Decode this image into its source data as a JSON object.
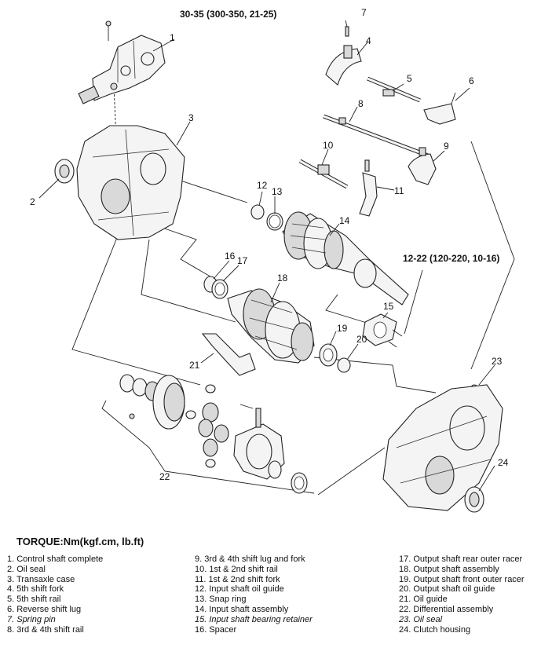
{
  "torque_callouts": {
    "top": "30-35 (300-350, 21-25)",
    "middle": "12-22 (120-220, 10-16)"
  },
  "callout_numbers": [
    "1",
    "2",
    "3",
    "4",
    "5",
    "6",
    "7",
    "8",
    "9",
    "10",
    "11",
    "12",
    "13",
    "14",
    "15",
    "16",
    "17",
    "18",
    "19",
    "20",
    "21",
    "22",
    "23",
    "24"
  ],
  "legend_title": "TORQUE:Nm(kgf.cm, lb.ft)",
  "legend": [
    {
      "text": "1. Control shaft complete",
      "italic": false
    },
    {
      "text": "2. Oil seal",
      "italic": false
    },
    {
      "text": "3. Transaxle case",
      "italic": false
    },
    {
      "text": "4. 5th shift fork",
      "italic": false
    },
    {
      "text": "5. 5th shift rail",
      "italic": false
    },
    {
      "text": "6. Reverse shift lug",
      "italic": false
    },
    {
      "text": "7. Spring pin",
      "italic": true
    },
    {
      "text": "8. 3rd & 4th shift rail",
      "italic": false
    },
    {
      "text": "9. 3rd & 4th shift lug and fork",
      "italic": false
    },
    {
      "text": "10. 1st & 2nd shift rail",
      "italic": false
    },
    {
      "text": "11. 1st & 2nd shift fork",
      "italic": false
    },
    {
      "text": "12. Input shaft oil guide",
      "italic": false
    },
    {
      "text": "13. Snap ring",
      "italic": false
    },
    {
      "text": "14. Input shaft assembly",
      "italic": false
    },
    {
      "text": "15. Input shaft bearing retainer",
      "italic": true
    },
    {
      "text": "16. Spacer",
      "italic": false
    },
    {
      "text": "17. Output shaft rear outer racer",
      "italic": false
    },
    {
      "text": "18. Output shaft assembly",
      "italic": false
    },
    {
      "text": "19. Output shaft front outer racer",
      "italic": false
    },
    {
      "text": "20. Output shaft oil guide",
      "italic": false
    },
    {
      "text": "21. Oil guide",
      "italic": false
    },
    {
      "text": "22. Differential assembly",
      "italic": false
    },
    {
      "text": "23. Oil seal",
      "italic": true
    },
    {
      "text": "24. Clutch housing",
      "italic": false
    }
  ]
}
